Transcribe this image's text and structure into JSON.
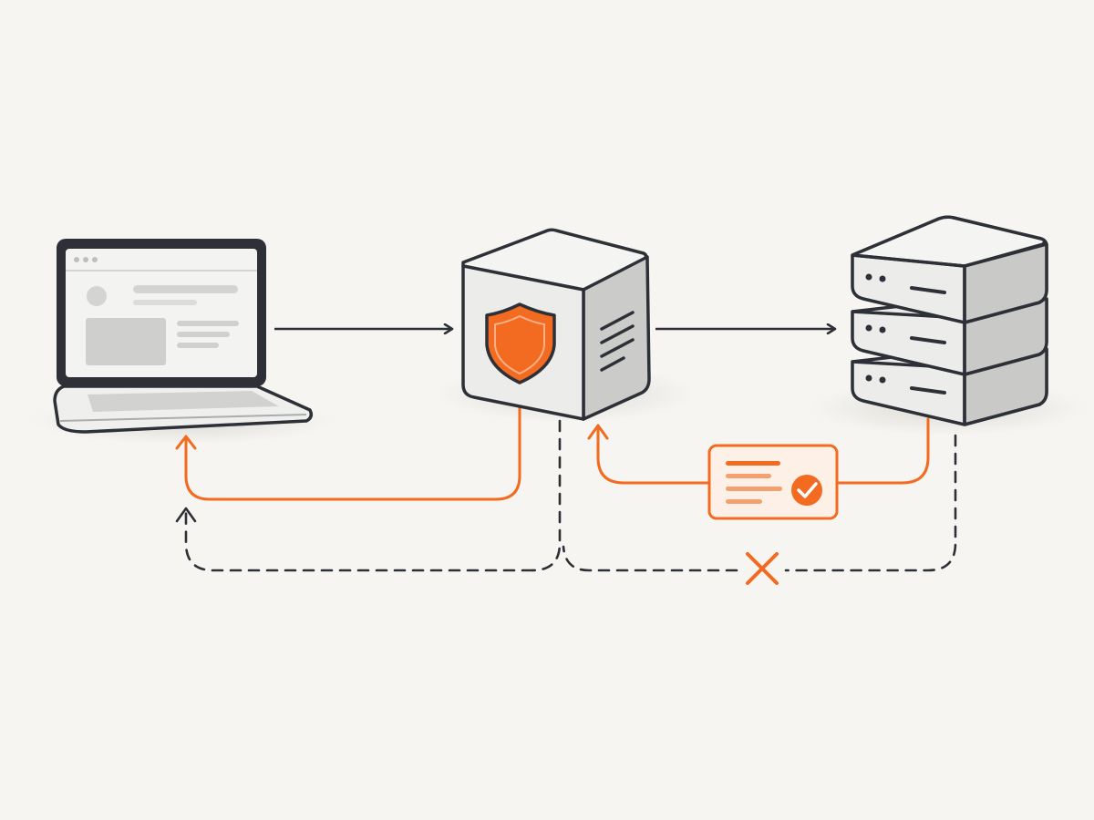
{
  "diagram": {
    "nodes": [
      {
        "id": "client",
        "icon": "laptop-icon"
      },
      {
        "id": "gateway",
        "icon": "shield-icon"
      },
      {
        "id": "server",
        "icon": "server-stack-icon"
      }
    ],
    "edges": [
      {
        "from": "client",
        "to": "gateway",
        "style": "solid"
      },
      {
        "from": "gateway",
        "to": "server",
        "style": "solid"
      },
      {
        "from": "server",
        "to": "gateway",
        "style": "solid",
        "via": "approved-response-card"
      },
      {
        "from": "gateway",
        "to": "client",
        "style": "solid"
      },
      {
        "from": "server",
        "to": "client",
        "style": "dashed",
        "blocked": true
      }
    ],
    "colors": {
      "background": "#f6f5f1",
      "outline": "#2d3137",
      "accent": "#f26b21",
      "device_face": "#ededeb",
      "device_side": "#c9c9c7",
      "screen_placeholder": "#cfcfcd"
    },
    "icons": {
      "approved": "check-circle-icon",
      "blocked": "x-mark-icon"
    }
  }
}
